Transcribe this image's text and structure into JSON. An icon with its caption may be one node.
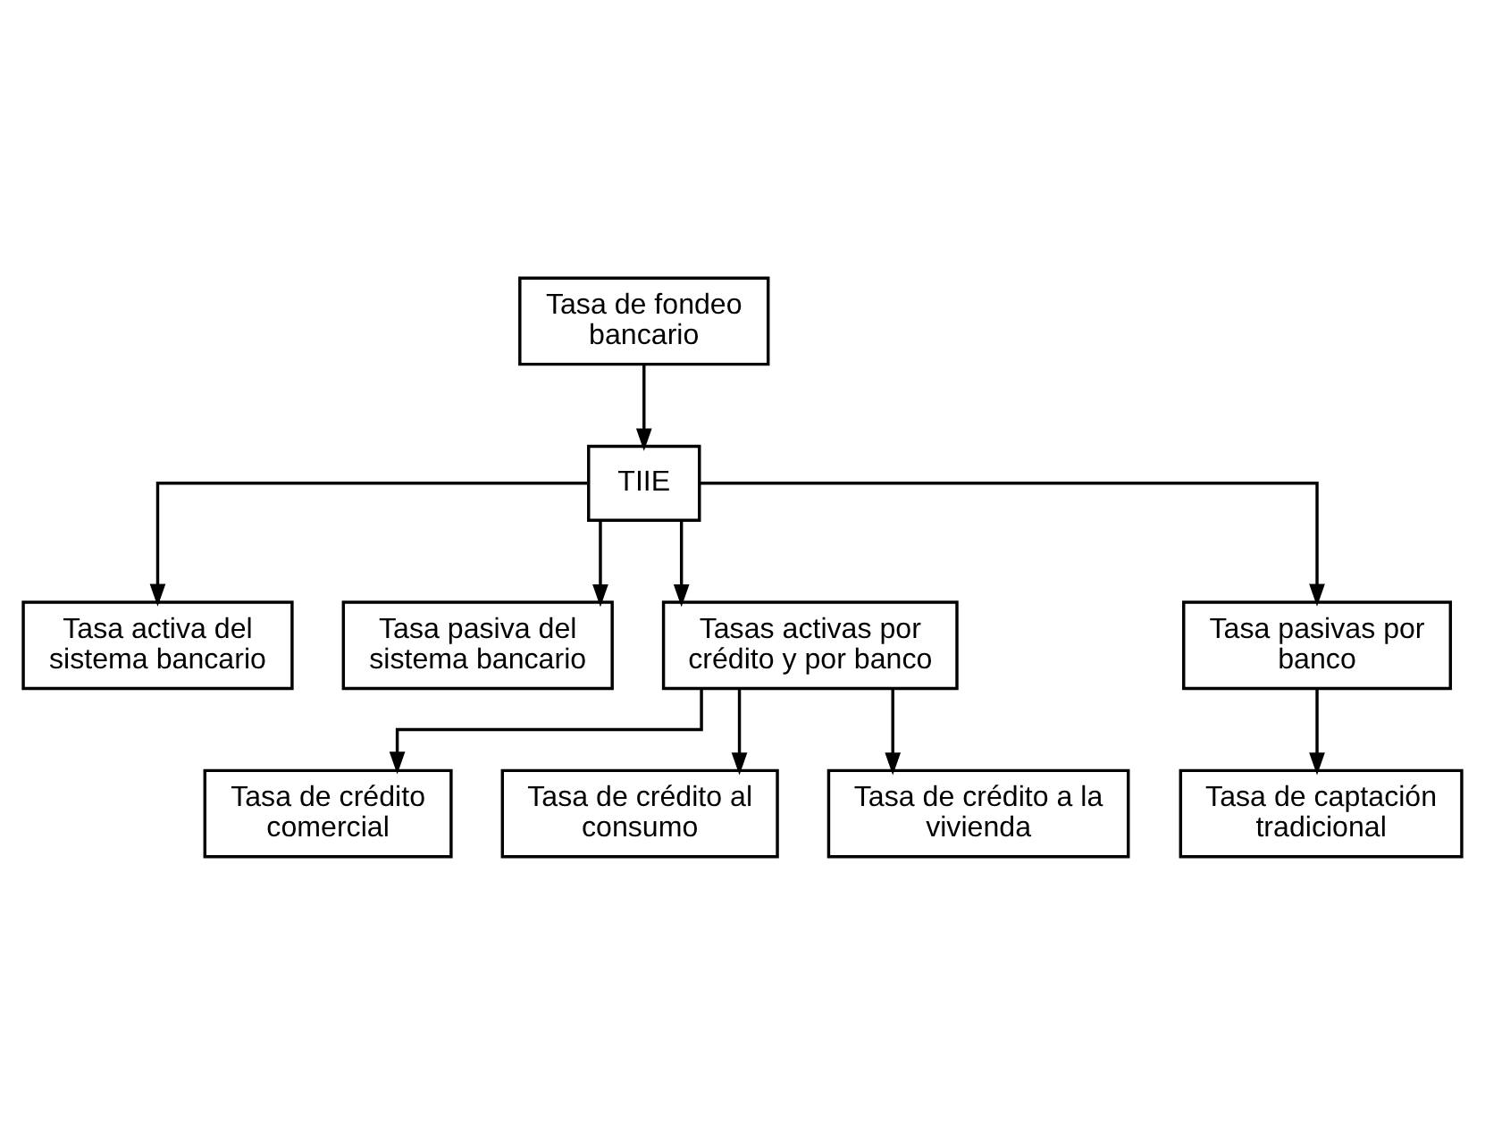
{
  "diagram": {
    "nodes": [
      {
        "text": [
          "Tasa de fondeo bancario"
        ]
      },
      {
        "text": [
          "TIIE"
        ]
      },
      {
        "text": [
          "Tasa activa del sistema bancario"
        ]
      },
      {
        "text": [
          "Tasa pasiva del sistema bancario"
        ]
      },
      {
        "text": [
          "Tasas activas por crédito y por banco"
        ]
      },
      {
        "text": [
          "Tasa pasivas por banco"
        ]
      },
      {
        "text": [
          "Tasa de crédito comercial"
        ]
      },
      {
        "text": [
          "Tasa de crédito al consumo"
        ]
      },
      {
        "text": [
          "Tasa de crédito a la vivienda"
        ]
      },
      {
        "text": [
          "Tasa de captación tradicional"
        ]
      }
    ],
    "edges": [
      {
        "from": 0,
        "to": 1,
        "arrow": "to"
      },
      {
        "from": 1,
        "to": 2,
        "arrow": "to"
      },
      {
        "from": 1,
        "to": 3,
        "arrow": "to"
      },
      {
        "from": 1,
        "to": 4,
        "arrow": "to"
      },
      {
        "from": 1,
        "to": 5,
        "arrow": "to"
      },
      {
        "from": 4,
        "to": 6,
        "arrow": "to"
      },
      {
        "from": 4,
        "to": 7,
        "arrow": "to"
      },
      {
        "from": 4,
        "to": 8,
        "arrow": "to"
      },
      {
        "from": 5,
        "to": 9,
        "arrow": "to"
      }
    ]
  }
}
